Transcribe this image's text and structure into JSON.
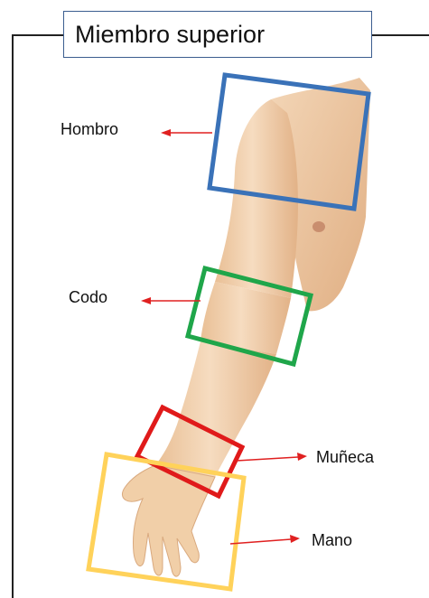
{
  "title": "Miembro superior",
  "labels": {
    "shoulder": "Hombro",
    "elbow": "Codo",
    "wrist": "Muñeca",
    "hand": "Mano"
  },
  "colors": {
    "shoulder_box": "#3a72b8",
    "elbow_box": "#1fa64a",
    "wrist_box": "#e01a1a",
    "hand_box": "#ffd25a",
    "arrow": "#e02020",
    "skin": "#f1cfa8",
    "skin_shadow": "#d9a97e",
    "title_border": "#3b5d8f"
  }
}
